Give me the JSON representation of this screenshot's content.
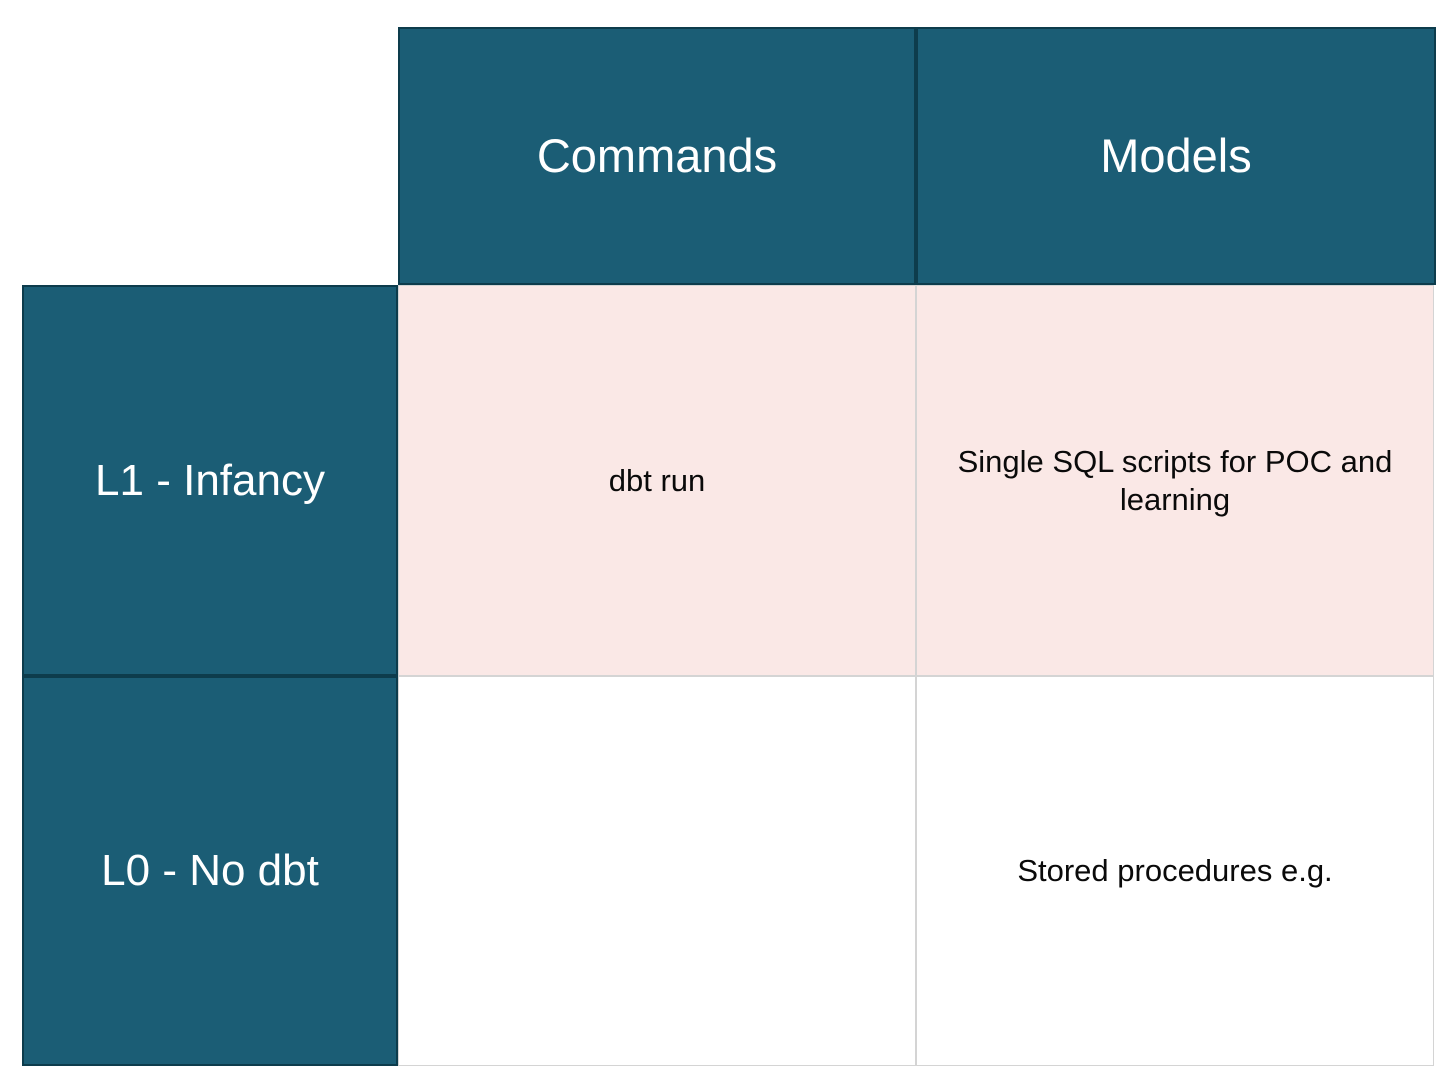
{
  "matrix": {
    "corner_cell": "",
    "column_headers": [
      {
        "label": "Commands"
      },
      {
        "label": "Models"
      }
    ],
    "rows": [
      {
        "header": "L1 - Infancy",
        "cells": [
          {
            "text": "dbt run",
            "tint": "pink"
          },
          {
            "text": "Single SQL scripts for POC and learning",
            "tint": "pink"
          }
        ]
      },
      {
        "header": "L0 - No dbt",
        "cells": [
          {
            "text": "",
            "tint": "plain"
          },
          {
            "text": "Stored procedures e.g.",
            "tint": "plain"
          }
        ]
      }
    ]
  },
  "colors": {
    "header_teal": "#1B5D75",
    "header_border": "#0D3C4C",
    "row_tint_pink": "#FAE8E6",
    "row_tint_plain": "#FFFFFF",
    "grid_line": "#D4D4D4",
    "header_text": "#FFFFFF",
    "body_text": "#0A0A0A"
  }
}
